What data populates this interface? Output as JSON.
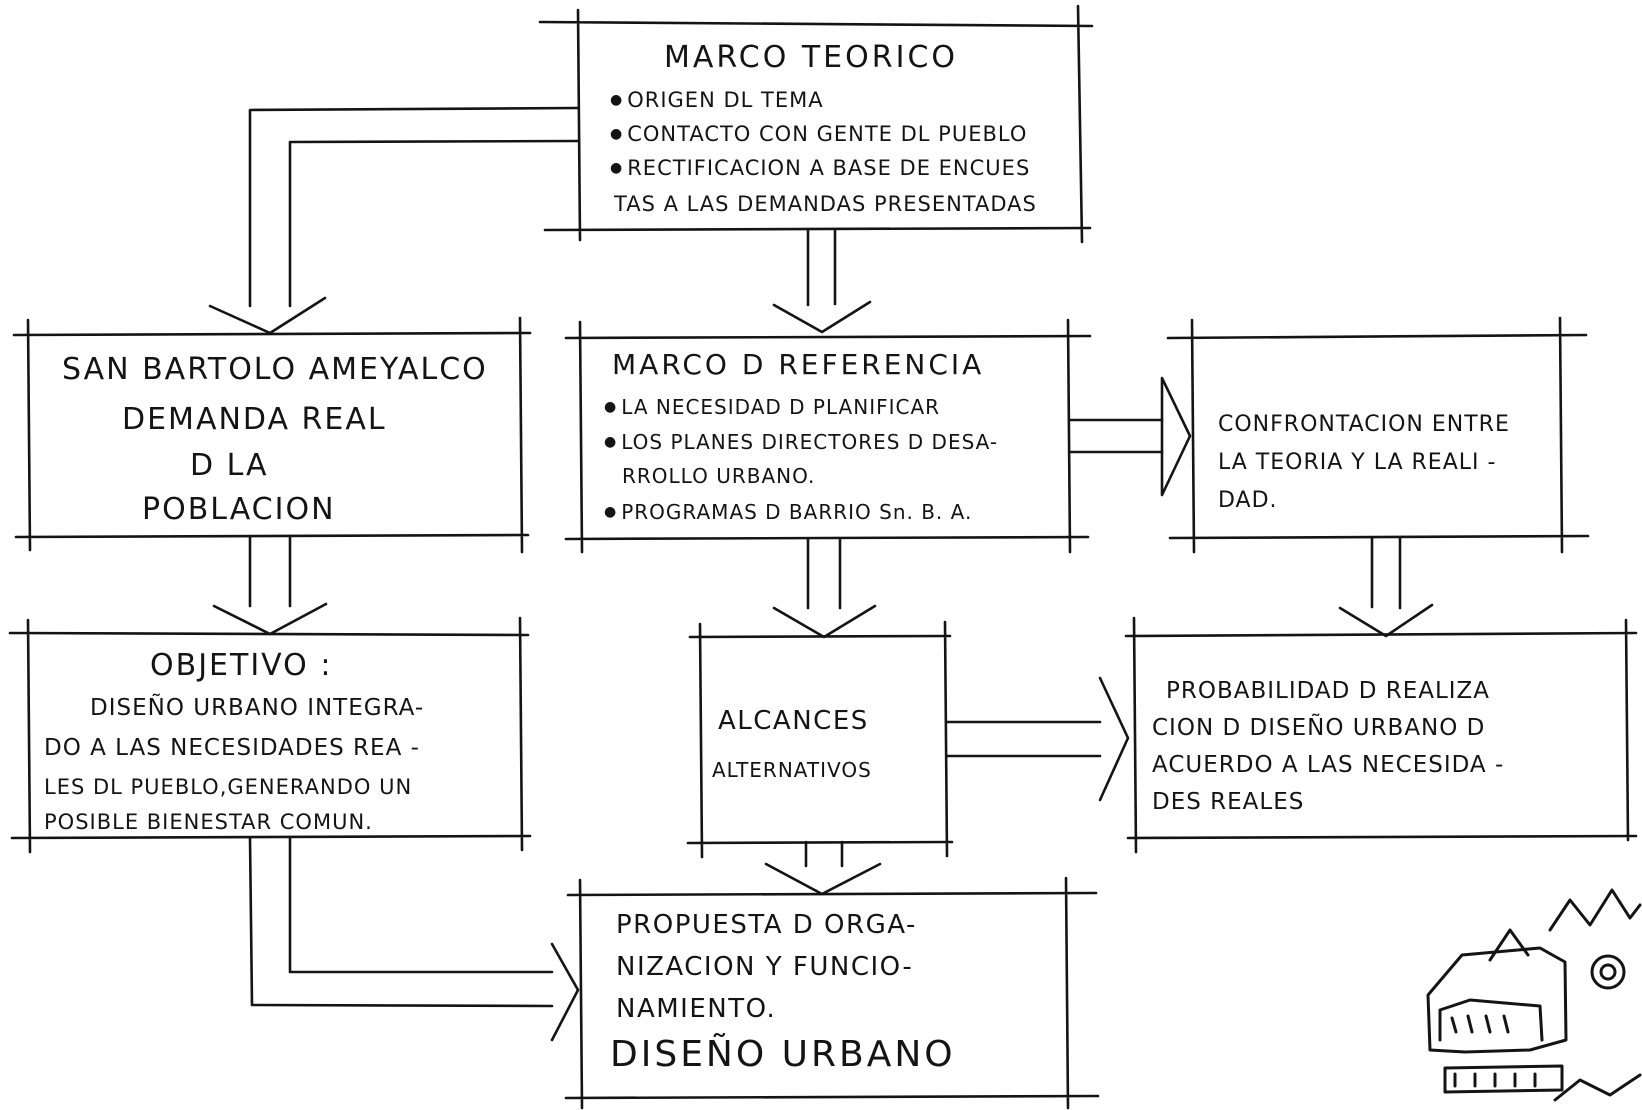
{
  "boxes": {
    "marco_teorico": {
      "title": "MARCO TEORICO",
      "items": [
        "ORIGEN DL TEMA",
        "CONTACTO CON GENTE DL PUEBLO",
        "RECTIFICACION A BASE DE ENCUES",
        "TAS A LAS DEMANDAS PRESENTADAS"
      ]
    },
    "san_bartolo": {
      "lines": [
        "SAN BARTOLO AMEYALCO",
        "DEMANDA REAL",
        "D LA",
        "POBLACION"
      ]
    },
    "marco_referencia": {
      "title": "MARCO D REFERENCIA",
      "items": [
        "LA NECESIDAD D PLANIFICAR",
        "LOS PLANES DIRECTORES D DESA-",
        "RROLLO URBANO.",
        "PROGRAMAS D BARRIO Sn. B. A."
      ]
    },
    "confrontacion": {
      "lines": [
        "CONFRONTACION ENTRE",
        "LA TEORIA Y LA REALI -",
        "DAD."
      ]
    },
    "objetivo": {
      "title": "OBJETIVO :",
      "lines": [
        "DISEÑO URBANO INTEGRA-",
        "DO A LAS NECESIDADES REA -",
        "LES DL PUEBLO,GENERANDO UN",
        "POSIBLE BIENESTAR COMUN."
      ]
    },
    "alcances": {
      "lines": [
        "ALCANCES",
        "ALTERNATIVOS"
      ]
    },
    "probabilidad": {
      "lines": [
        "PROBABILIDAD D REALIZA",
        "CION D DISEÑO URBANO D",
        "ACUERDO A LAS NECESIDA -",
        "DES REALES"
      ]
    },
    "propuesta": {
      "lines": [
        "PROPUESTA D ORGA-",
        "NIZACION Y FUNCIO-",
        "NAMIENTO.",
        "DISEÑO URBANO"
      ]
    }
  },
  "decoration": {
    "glyph_icon": "aztec-serpent-head-icon"
  },
  "colors": {
    "ink": "#141414",
    "paper": "#ffffff"
  }
}
